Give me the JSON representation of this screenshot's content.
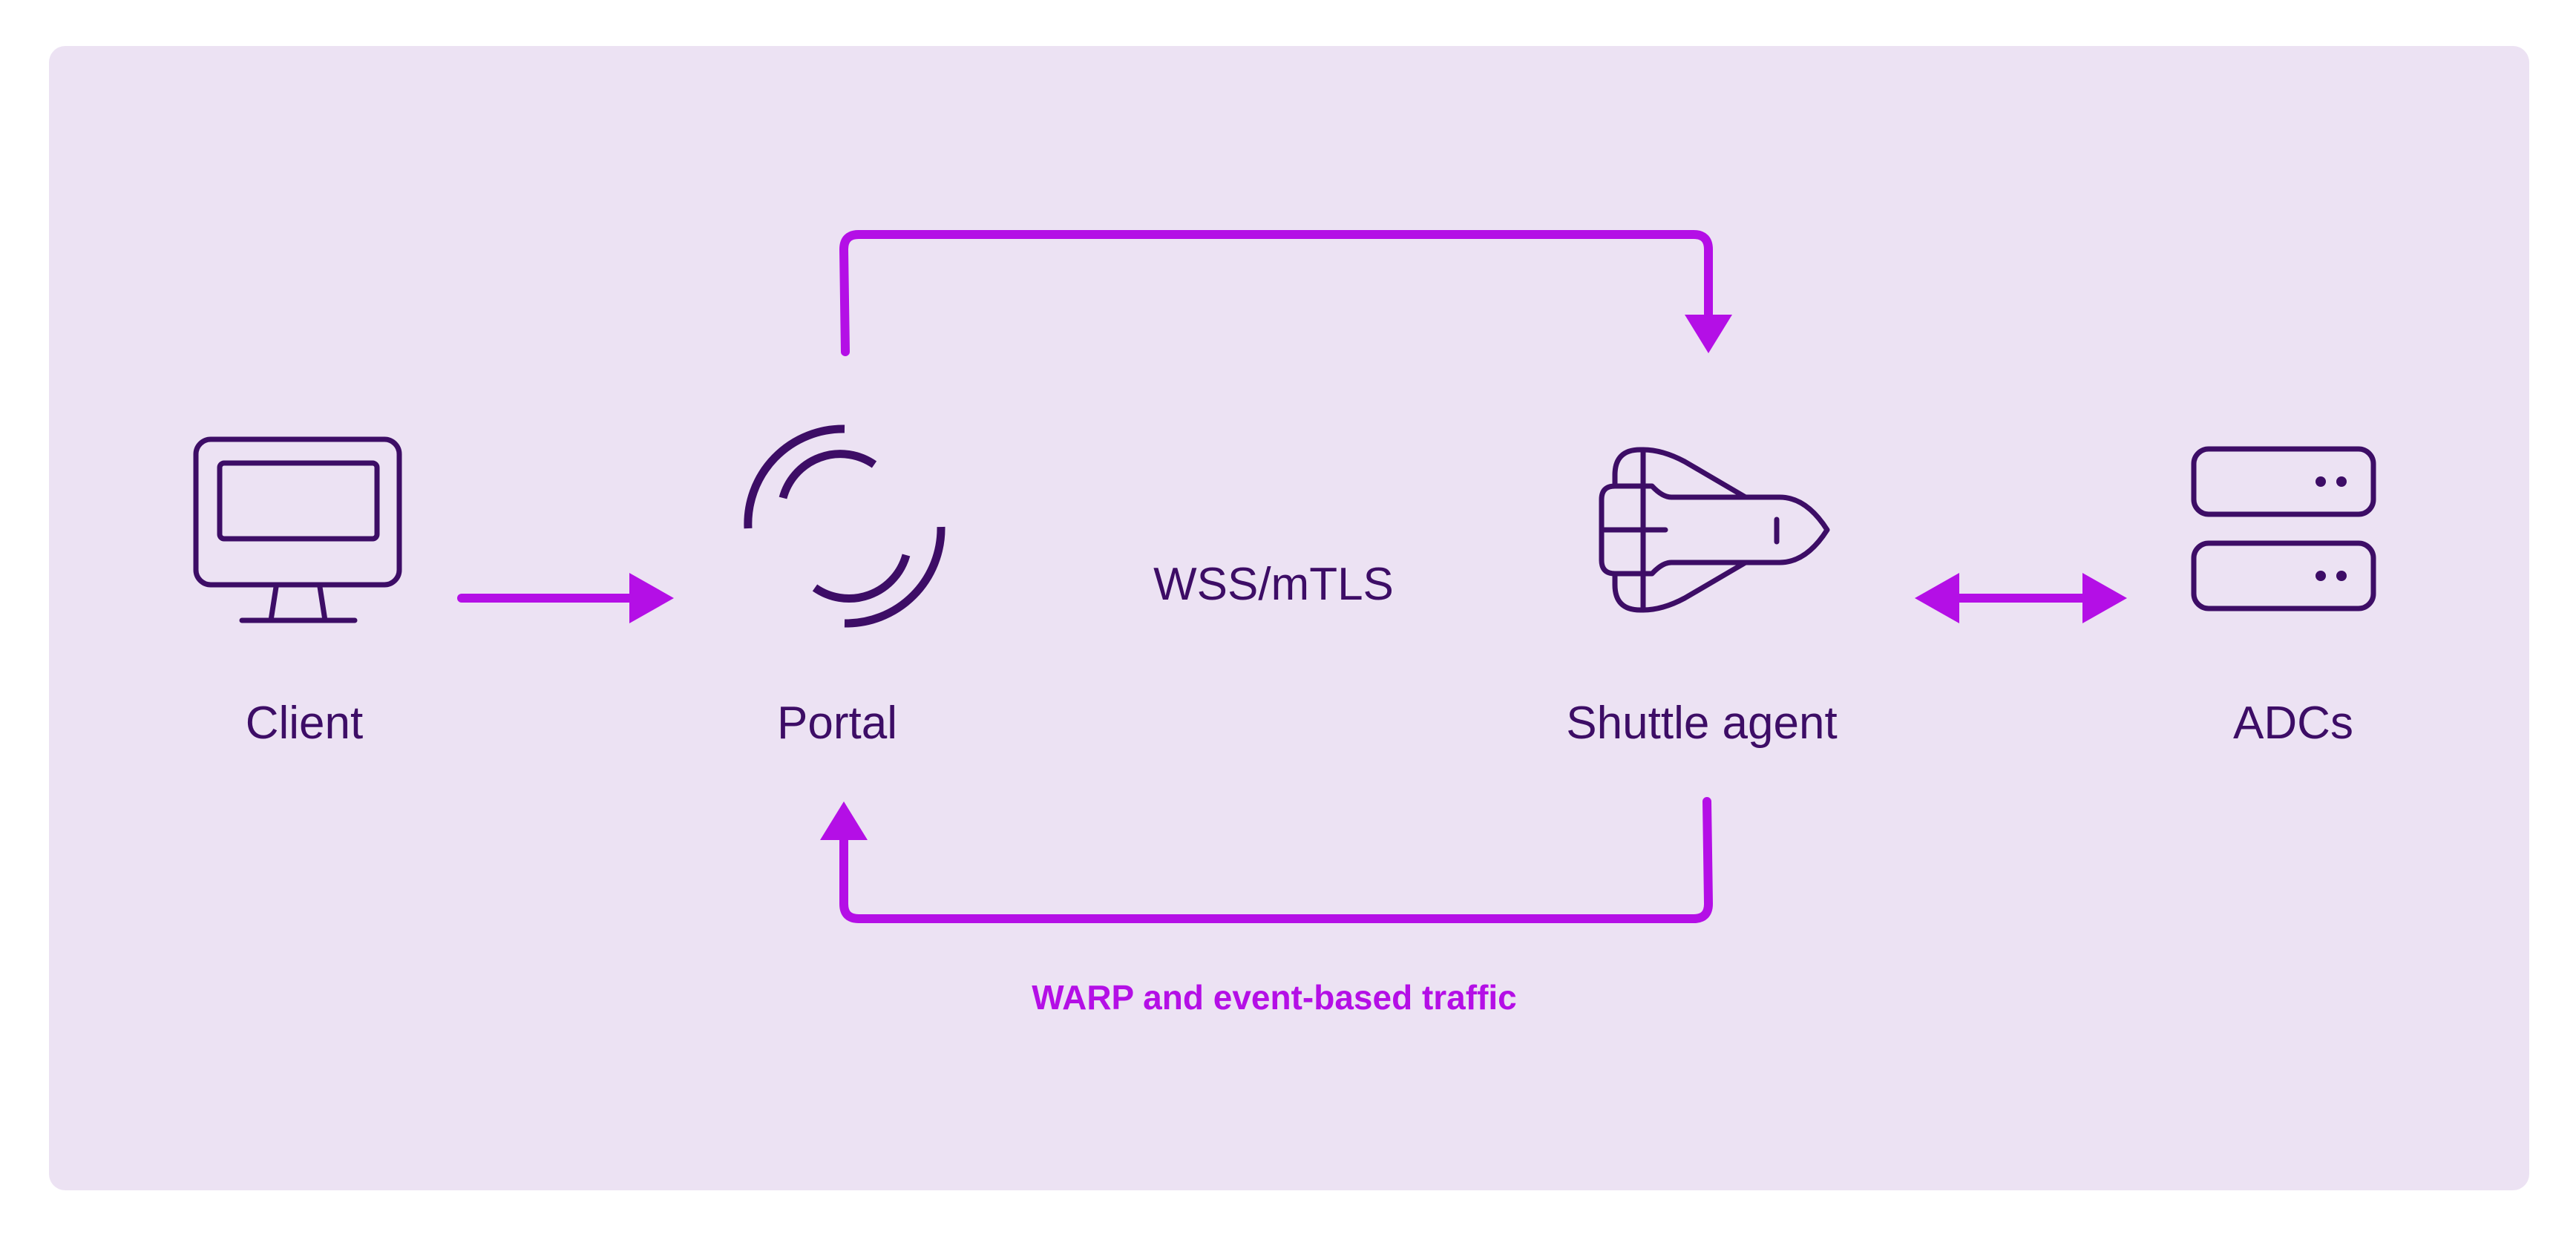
{
  "colors": {
    "panel": "#ece2f3",
    "ink": "#3d0d66",
    "arrow": "#b40fe6"
  },
  "nodes": {
    "client": {
      "label": "Client",
      "icon": "monitor-icon"
    },
    "portal": {
      "label": "Portal",
      "icon": "portal-ring-icon"
    },
    "shuttle": {
      "label": "Shuttle agent",
      "icon": "shuttle-icon"
    },
    "adcs": {
      "label": "ADCs",
      "icon": "server-stack-icon"
    }
  },
  "links": {
    "tunnel_label": "WSS/mTLS",
    "return_label": "WARP and event-based traffic"
  }
}
